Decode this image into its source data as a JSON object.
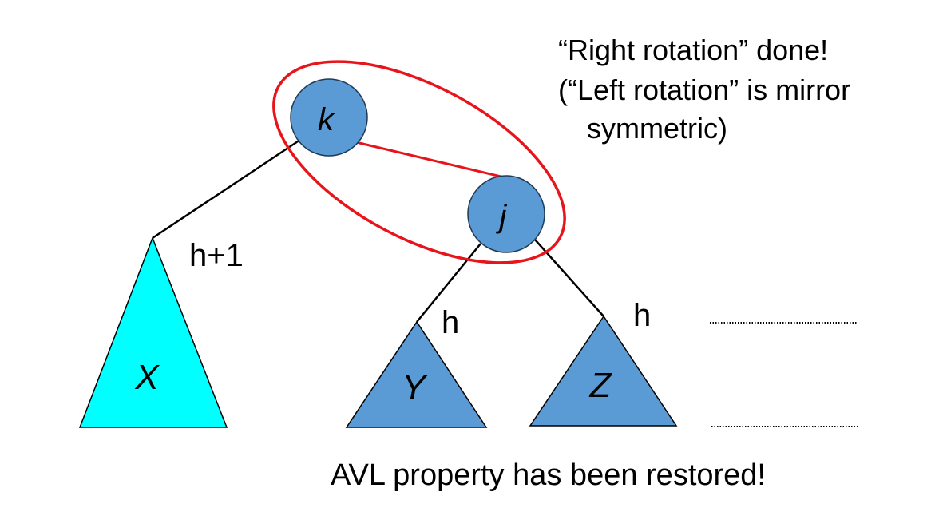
{
  "colors": {
    "node_fill": "#5b9bd5",
    "subtree_x_fill": "#00ffff",
    "subtree_yz_fill": "#5b9bd5",
    "highlight_stroke": "#e8141b",
    "edge_stroke": "#000000"
  },
  "nodes": {
    "k": "k",
    "j": "j"
  },
  "subtrees": {
    "x": "X",
    "y": "Y",
    "z": "Z"
  },
  "heights": {
    "x": "h+1",
    "y": "h",
    "z": "h"
  },
  "note": {
    "line1": "“Right rotation” done!",
    "line2": "(“Left rotation” is mirror",
    "line3": "symmetric)"
  },
  "caption": "AVL property has been restored!"
}
